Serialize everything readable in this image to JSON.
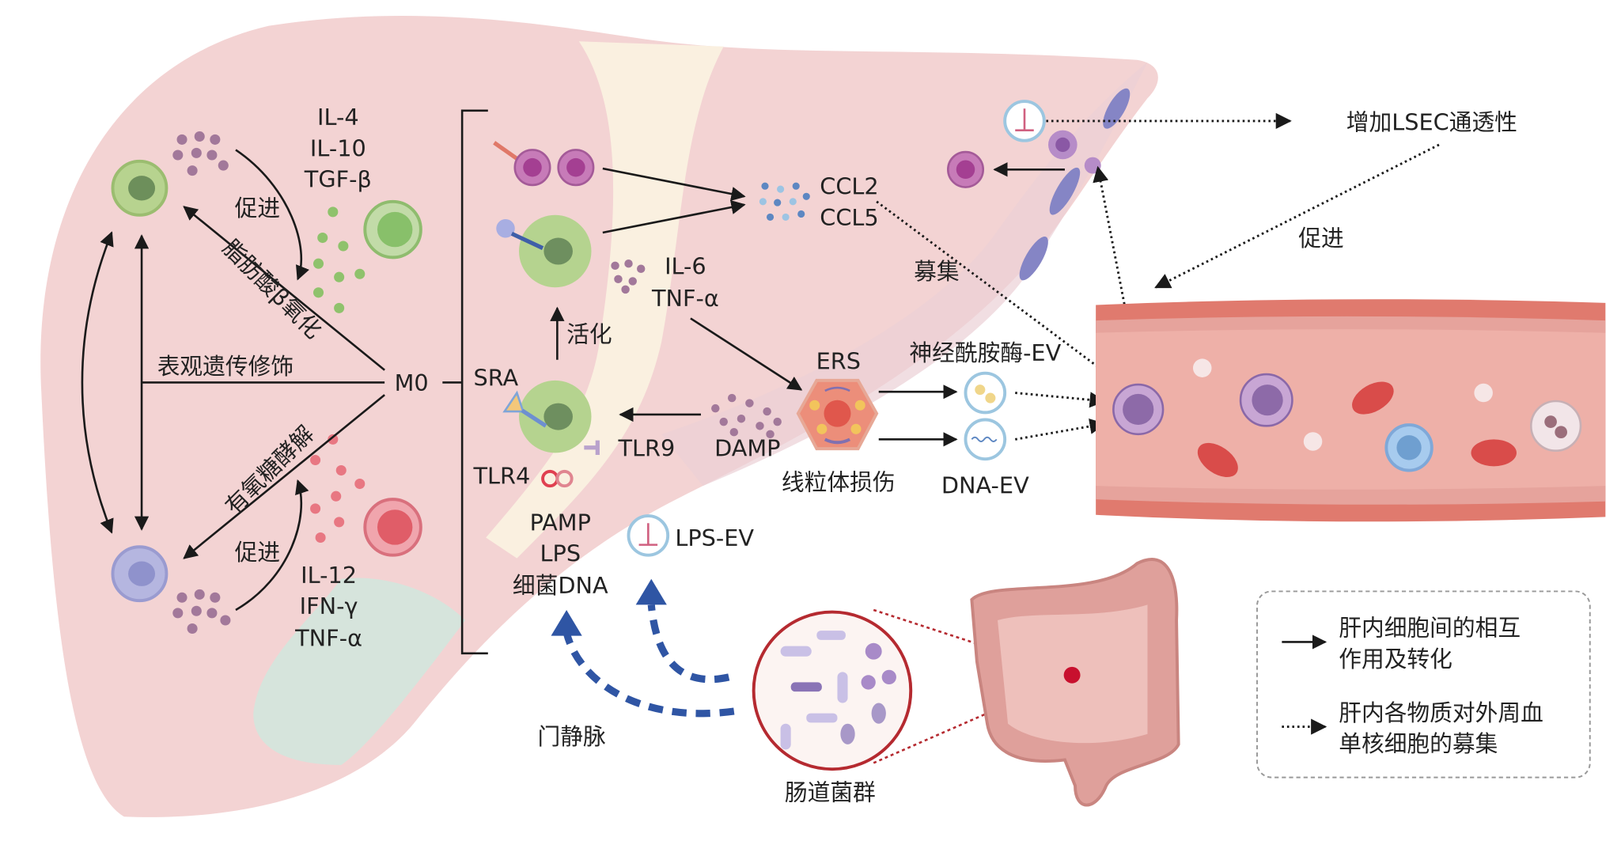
{
  "colors": {
    "liver": "#f3d3d3",
    "liver_lower": "#e9d5d8",
    "vein_band": "#faf0e0",
    "gallbladder": "#d6e4dc",
    "vessel_wall": "#e07a6e",
    "vessel_inner": "#eeb0a8",
    "portal_arrow": "#2f55a4",
    "bacteria_ring": "#b52a30"
  },
  "left": {
    "m0": "M0",
    "m2_cytokines": [
      "IL-4",
      "IL-10",
      "TGF-β"
    ],
    "m1_cytokines": [
      "IL-12",
      "IFN-γ",
      "TNF-α"
    ],
    "promote_top": "促进",
    "promote_bottom": "促进",
    "fatty_acid": "脂肪酸β氧化",
    "epigenetic": "表观遗传修饰",
    "glycolysis": "有氧糖酵解"
  },
  "center": {
    "sra": "SRA",
    "tlr9": "TLR9",
    "tlr4": "TLR4",
    "activate": "活化",
    "il6": "IL-6",
    "tnfa": "TNF-α",
    "ccl2": "CCL2",
    "ccl5": "CCL5",
    "recruit": "募集",
    "damp": "DAMP",
    "ers": "ERS",
    "mito": "线粒体损伤",
    "ceramidase_ev": "神经酰胺酶-EV",
    "dna_ev": "DNA-EV",
    "pamp": [
      "PAMP",
      "LPS",
      "细菌DNA"
    ],
    "lps_ev": "LPS-EV",
    "portal_vein": "门静脉",
    "gut_flora": "肠道菌群"
  },
  "right": {
    "lsec": "增加LSEC通透性",
    "promote": "促进"
  },
  "legend": {
    "solid": [
      "肝内细胞间的相互",
      "作用及转化"
    ],
    "dotted": [
      "肝内各物质对外周血",
      "单核细胞的募集"
    ]
  }
}
